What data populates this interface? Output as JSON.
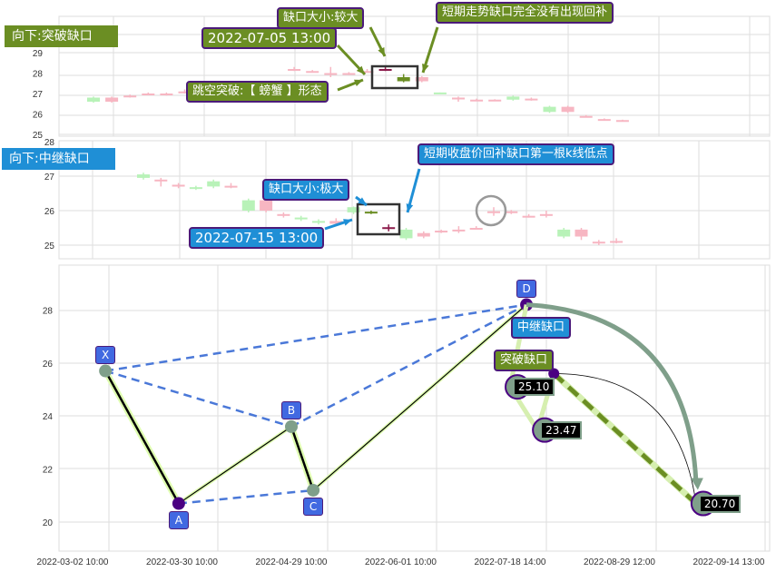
{
  "colors": {
    "up": "#b8f2b8",
    "down": "#f7b6c2",
    "hl_up": "#6b8e23",
    "hl_down": "#8b1a4a",
    "olive": "#6b8e23",
    "blue": "#1f8fd6",
    "dash": "#4a78d8",
    "arc": "#7f9f8a"
  },
  "panel1": {
    "tag": "向下:突破缺口",
    "yticks": [
      29,
      28,
      27,
      26,
      25
    ],
    "annotations": {
      "gap_size": "缺口大小:较大",
      "date": "2022-07-05 13:00",
      "pattern": "跳空突破:【 螃蟹 】形态",
      "note": "短期走势缺口完全没有出现回补"
    },
    "candles": [
      [
        0,
        26.6,
        26.8,
        26.55,
        26.85
      ],
      [
        1,
        26.8,
        26.6,
        26.55,
        26.85
      ],
      [
        2,
        26.9,
        26.88,
        26.8,
        26.95
      ],
      [
        3,
        27.0,
        26.98,
        26.95,
        27.05
      ],
      [
        4,
        27.0,
        26.98,
        26.9,
        27.05
      ],
      [
        5,
        27.1,
        27.08,
        27.0,
        27.2
      ],
      [
        11,
        28.2,
        28.18,
        28.1,
        28.3
      ],
      [
        12,
        28.1,
        28.08,
        28.05,
        28.15
      ],
      [
        13,
        28.0,
        27.98,
        27.8,
        28.3
      ],
      [
        14,
        28.0,
        27.98,
        27.9,
        28.05
      ],
      [
        15,
        28.1,
        28.08,
        28.05,
        28.2
      ],
      [
        16,
        28.2,
        28.18,
        28.1,
        28.3,
        "hd"
      ],
      [
        17,
        27.6,
        27.8,
        27.55,
        27.95,
        "hu"
      ],
      [
        18,
        27.8,
        27.6,
        27.55,
        27.85
      ],
      [
        19,
        27.0,
        27.05,
        26.98,
        27.05
      ],
      [
        20,
        26.8,
        26.78,
        26.6,
        26.85
      ],
      [
        21,
        26.7,
        26.68,
        26.65,
        26.75
      ],
      [
        22,
        26.7,
        26.68,
        26.65,
        26.72
      ],
      [
        23,
        26.7,
        26.85,
        26.65,
        26.9
      ],
      [
        24,
        26.75,
        26.7,
        26.65,
        26.8
      ],
      [
        25,
        26.1,
        26.35,
        26.05,
        26.4
      ],
      [
        26,
        26.35,
        26.1,
        26.05,
        26.4
      ],
      [
        27,
        25.9,
        25.88,
        25.85,
        25.95
      ],
      [
        28,
        25.75,
        25.72,
        25.68,
        25.78
      ],
      [
        29,
        25.7,
        25.68,
        25.65,
        25.72
      ]
    ]
  },
  "panel2": {
    "tag": "向下:中继缺口",
    "yticks": [
      28,
      27,
      26,
      25
    ],
    "annotations": {
      "gap_size": "缺口大小:极大",
      "date": "2022-07-15 13:00",
      "note": "短期收盘价回补缺口第一根k线低点"
    },
    "candles": [
      [
        0,
        26.95,
        27.05,
        26.9,
        27.1
      ],
      [
        1,
        26.9,
        26.88,
        26.7,
        26.95
      ],
      [
        2,
        26.75,
        26.73,
        26.65,
        26.8
      ],
      [
        3,
        26.65,
        26.68,
        26.6,
        26.72
      ],
      [
        4,
        26.7,
        26.85,
        26.65,
        26.9
      ],
      [
        5,
        26.72,
        26.7,
        26.65,
        26.8
      ],
      [
        6,
        26.0,
        26.3,
        25.95,
        26.35
      ],
      [
        7,
        26.3,
        26.0,
        25.95,
        26.35
      ],
      [
        8,
        25.9,
        25.88,
        25.8,
        25.95
      ],
      [
        9,
        25.75,
        25.8,
        25.7,
        25.85
      ],
      [
        10,
        25.68,
        25.7,
        25.6,
        25.75
      ],
      [
        11,
        25.7,
        25.62,
        25.58,
        25.78
      ],
      [
        12,
        25.95,
        26.1,
        25.9,
        26.12
      ],
      [
        13,
        25.97,
        25.95,
        25.9,
        26.0,
        "hu"
      ],
      [
        14,
        25.52,
        25.5,
        25.4,
        25.6,
        "hd"
      ],
      [
        15,
        25.2,
        25.45,
        25.15,
        25.5
      ],
      [
        16,
        25.35,
        25.25,
        25.2,
        25.4
      ],
      [
        17,
        25.42,
        25.4,
        25.35,
        25.45
      ],
      [
        18,
        25.45,
        25.43,
        25.35,
        25.55
      ],
      [
        19,
        25.5,
        25.48,
        25.45,
        25.55
      ],
      [
        20,
        25.98,
        25.96,
        25.85,
        26.1
      ],
      [
        21,
        25.98,
        25.96,
        25.9,
        26.02
      ],
      [
        22,
        25.85,
        25.83,
        25.8,
        25.9
      ],
      [
        23,
        25.9,
        25.85,
        25.8,
        26.0
      ],
      [
        24,
        25.25,
        25.45,
        25.2,
        25.5
      ],
      [
        25,
        25.45,
        25.25,
        25.15,
        25.5
      ],
      [
        26,
        25.1,
        25.08,
        25.0,
        25.15
      ],
      [
        27,
        25.12,
        25.1,
        25.05,
        25.2
      ]
    ]
  },
  "chart_data": {
    "type": "line",
    "title": "XABCD pattern",
    "yticks": [
      28,
      26,
      24,
      22,
      20
    ],
    "xticks": [
      "2022-03-02 10:00",
      "2022-03-30 10:00",
      "2022-04-29 10:00",
      "2022-06-01 10:00",
      "2022-07-18 14:00",
      "2022-08-29 12:00",
      "2022-09-14 13:00"
    ],
    "points": [
      {
        "name": "X",
        "t": 0.3,
        "y": 25.7
      },
      {
        "name": "A",
        "t": 0.97,
        "y": 20.7
      },
      {
        "name": "B",
        "t": 2.0,
        "y": 23.6
      },
      {
        "name": "C",
        "t": 2.2,
        "y": 21.2
      },
      {
        "name": "D",
        "t": 4.15,
        "y": 28.2
      }
    ],
    "labels": {
      "relay_gap": "中继缺口",
      "breakout_gap": "突破缺口"
    },
    "targets": [
      {
        "label": "25.10",
        "t": 4.0,
        "y": 25.1
      },
      {
        "label": "23.47",
        "t": 4.25,
        "y": 23.47
      },
      {
        "label": "20.70",
        "t": 5.7,
        "y": 20.7
      }
    ],
    "extra_point": {
      "t": 4.4,
      "y": 25.6
    }
  }
}
